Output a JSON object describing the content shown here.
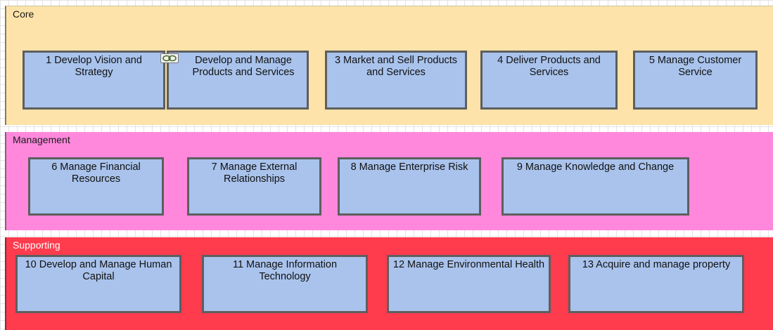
{
  "groups": {
    "core": {
      "label": "Core",
      "items": [
        {
          "label": "1 Develop Vision and Strategy"
        },
        {
          "label": "Develop and Manage Products and Services"
        },
        {
          "label": "3 Market and Sell Products and Services"
        },
        {
          "label": "4 Deliver Products and Services"
        },
        {
          "label": "5 Manage Customer Service"
        }
      ]
    },
    "management": {
      "label": "Management",
      "items": [
        {
          "label": "6 Manage Financial Resources"
        },
        {
          "label": "7 Manage External Relationships"
        },
        {
          "label": "8 Manage Enterprise Risk"
        },
        {
          "label": "9 Manage Knowledge and Change"
        }
      ]
    },
    "supporting": {
      "label": "Supporting",
      "items": [
        {
          "label": "10 Develop and Manage Human Capital"
        },
        {
          "label": "11 Manage Information Technology"
        },
        {
          "label": "12 Manage Environmental Health"
        },
        {
          "label": "13 Acquire and manage property"
        }
      ]
    }
  },
  "icons": {
    "link": "link-chain-icon"
  },
  "colors": {
    "core_bg": "#fde3a9",
    "management_bg": "#ff88dd",
    "supporting_bg": "#ff3b4e",
    "box_fill": "#a9c3ec",
    "box_border": "#5e5e5e"
  }
}
